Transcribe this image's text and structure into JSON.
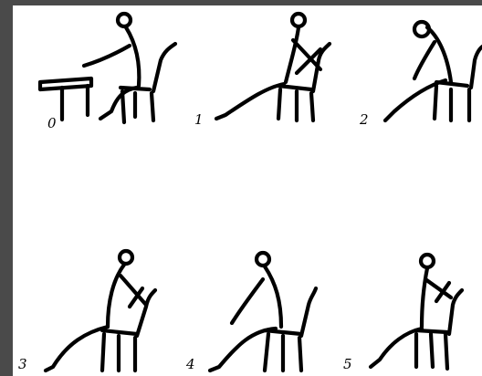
{
  "figures": [
    {
      "label": "0"
    },
    {
      "label": "1"
    },
    {
      "label": "2"
    },
    {
      "label": "3"
    },
    {
      "label": "4"
    },
    {
      "label": "5"
    }
  ],
  "colors": {
    "background": "#4a4a4a",
    "paper": "#ffffff",
    "ink": "#000000"
  }
}
